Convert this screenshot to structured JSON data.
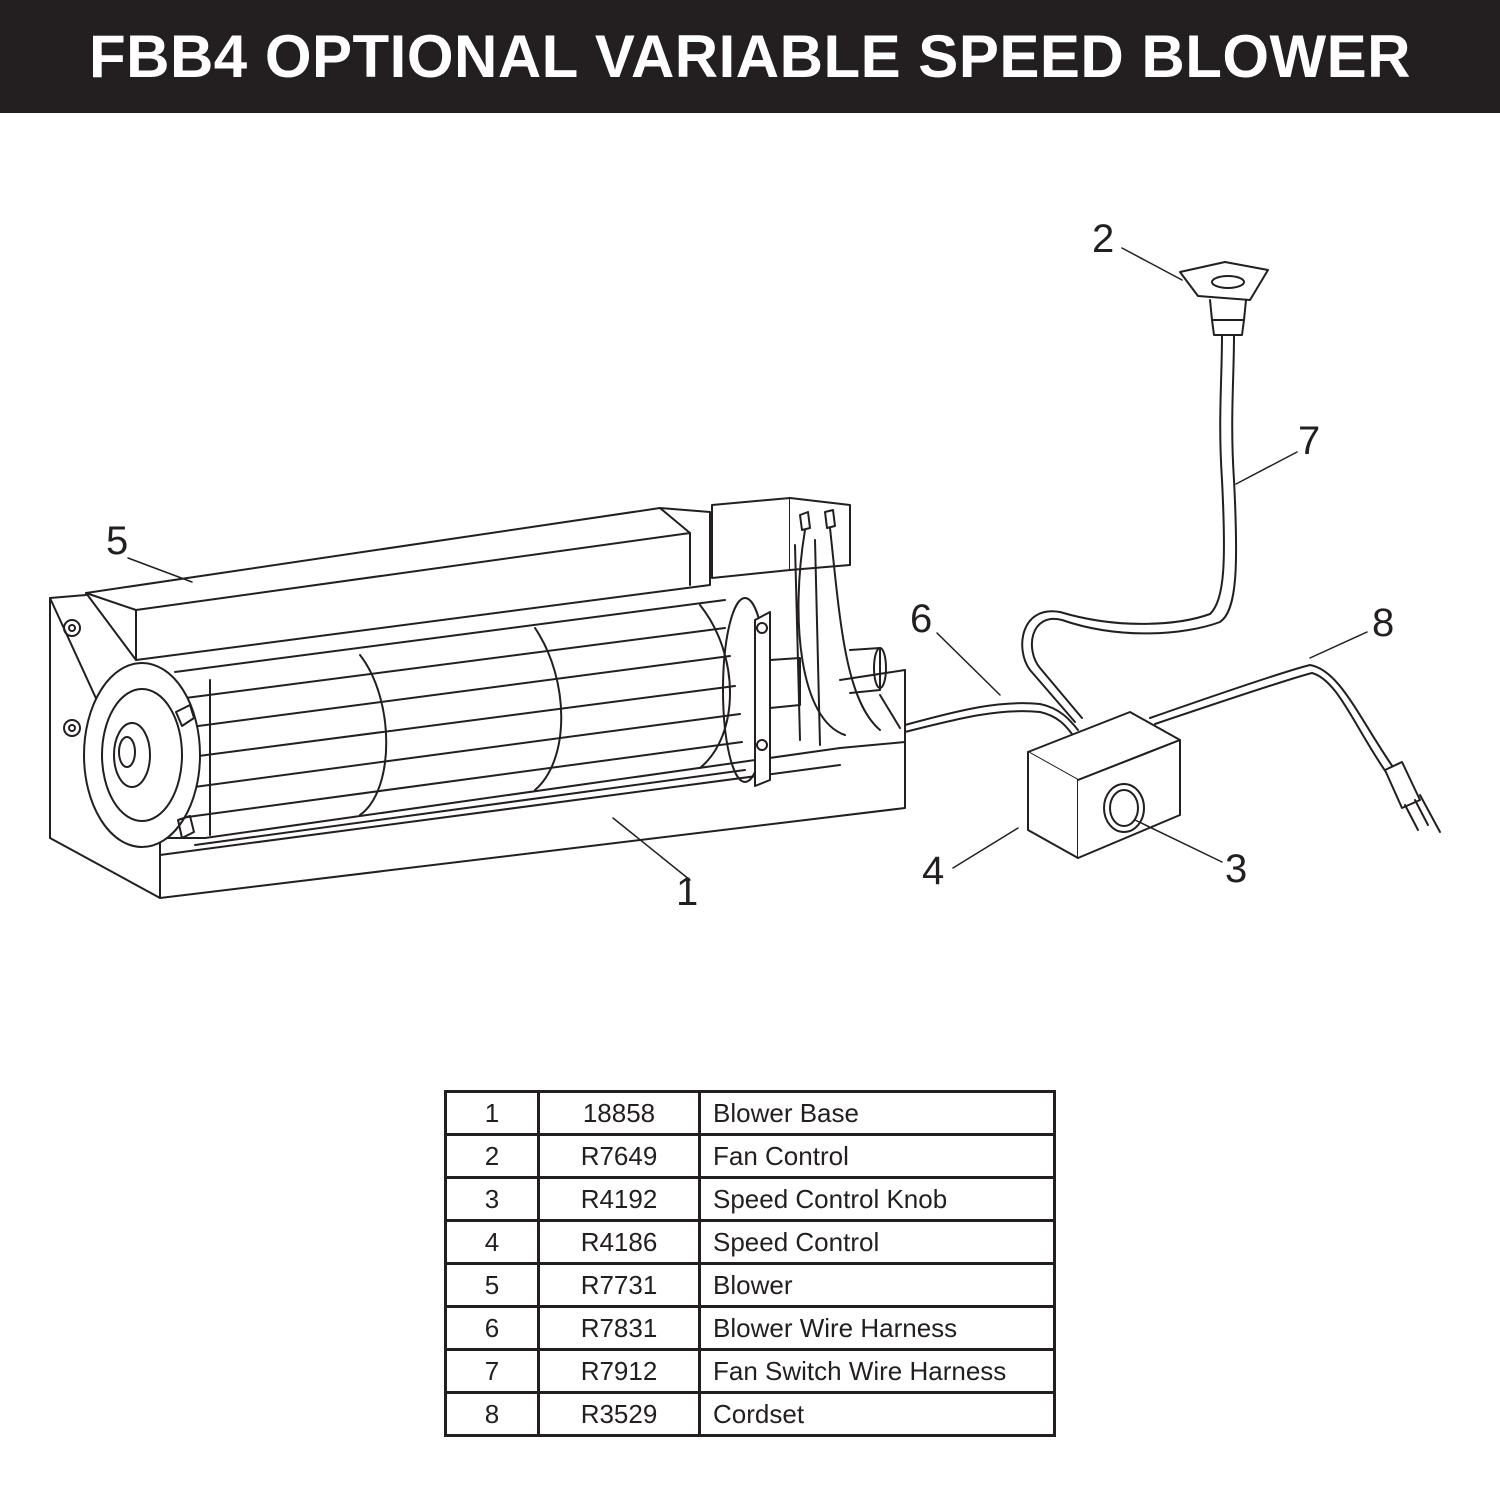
{
  "header": {
    "title": "FBB4 OPTIONAL VARIABLE SPEED BLOWER"
  },
  "callouts": {
    "c1": "1",
    "c2": "2",
    "c3": "3",
    "c4": "4",
    "c5": "5",
    "c6": "6",
    "c7": "7",
    "c8": "8"
  },
  "parts": [
    {
      "num": "1",
      "part": "18858",
      "desc": "Blower Base"
    },
    {
      "num": "2",
      "part": "R7649",
      "desc": "Fan Control"
    },
    {
      "num": "3",
      "part": "R4192",
      "desc": "Speed Control Knob"
    },
    {
      "num": "4",
      "part": "R4186",
      "desc": "Speed Control"
    },
    {
      "num": "5",
      "part": "R7731",
      "desc": "Blower"
    },
    {
      "num": "6",
      "part": "R7831",
      "desc": "Blower Wire Harness"
    },
    {
      "num": "7",
      "part": "R7912",
      "desc": "Fan Switch Wire Harness"
    },
    {
      "num": "8",
      "part": "R3529",
      "desc": "Cordset"
    }
  ]
}
